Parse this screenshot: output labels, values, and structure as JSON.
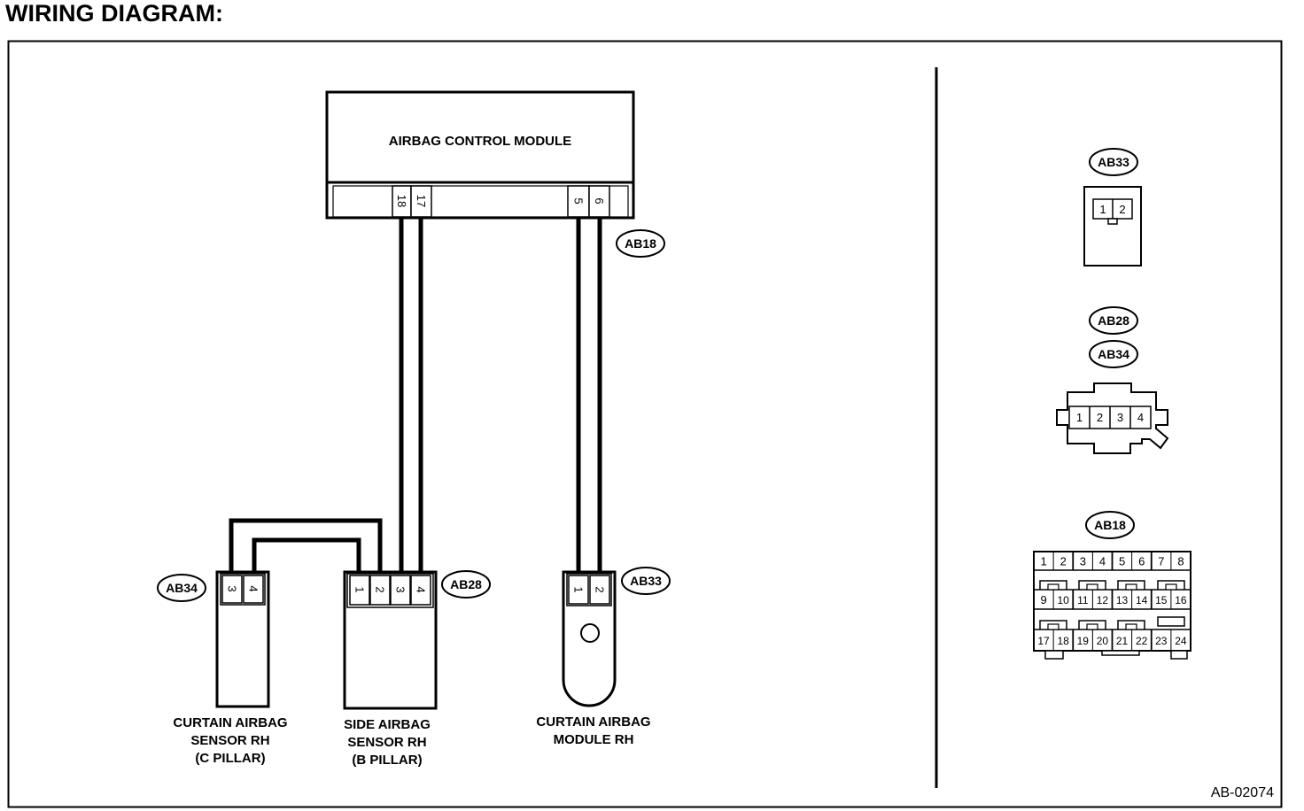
{
  "title": "WIRING DIAGRAM:",
  "figure_code": "AB-02074",
  "acm": {
    "label": "AIRBAG CONTROL MODULE",
    "pins": [
      "18",
      "17",
      "5",
      "6"
    ],
    "connector_tag": "AB18"
  },
  "curtain_sensor": {
    "tag": "AB34",
    "pins": [
      "3",
      "4"
    ],
    "label_lines": [
      "CURTAIN AIRBAG",
      "SENSOR RH",
      "(C PILLAR)"
    ]
  },
  "side_sensor": {
    "tag": "AB28",
    "pins": [
      "1",
      "2",
      "3",
      "4"
    ],
    "label_lines": [
      "SIDE AIRBAG",
      "SENSOR RH",
      "(B PILLAR)"
    ]
  },
  "curtain_module": {
    "tag": "AB33",
    "pins": [
      "1",
      "2"
    ],
    "label_lines": [
      "CURTAIN AIRBAG",
      "MODULE RH"
    ]
  },
  "connector_views": {
    "ab33": {
      "tag": "AB33",
      "pins": [
        "1",
        "2"
      ]
    },
    "ab28_ab34": {
      "tags": [
        "AB28",
        "AB34"
      ],
      "pins": [
        "1",
        "2",
        "3",
        "4"
      ]
    },
    "ab18": {
      "tag": "AB18",
      "row1": [
        "1",
        "2",
        "3",
        "4",
        "5",
        "6",
        "7",
        "8"
      ],
      "row2": [
        "9",
        "10",
        "11",
        "12",
        "13",
        "14",
        "15",
        "16"
      ],
      "row3": [
        "17",
        "18",
        "19",
        "20",
        "21",
        "22",
        "23",
        "24"
      ]
    }
  }
}
